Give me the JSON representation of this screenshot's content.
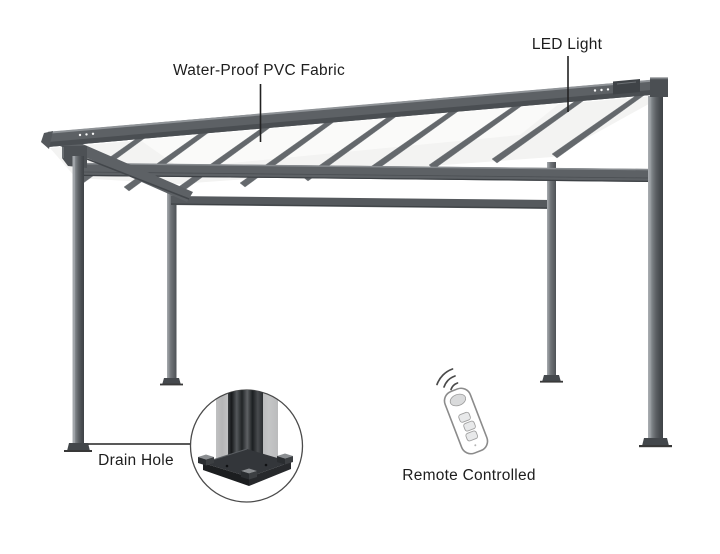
{
  "annotations": {
    "fabric_label": "Water-Proof PVC Fabric",
    "led_label": "LED Light",
    "drain_label": "Drain Hole",
    "remote_label": "Remote Controlled"
  },
  "colors": {
    "background": "#ffffff",
    "frame": "#5d6165",
    "frame_dark": "#4a4e52",
    "frame_light": "#8f9397",
    "fabric": "#f3f3f2",
    "label_text": "#1d1d1d",
    "leader_line": "#222222",
    "callout_circle_stroke": "#4b4b4b",
    "remote_body": "#ffffff",
    "remote_outline": "#8b8b8b",
    "button_fill": "#e8e9ea"
  },
  "icons": {
    "wifi_arcs": "wireless-signal",
    "remote_control": "handheld-remote",
    "drain_hole_detail": "magnified-post-base"
  }
}
